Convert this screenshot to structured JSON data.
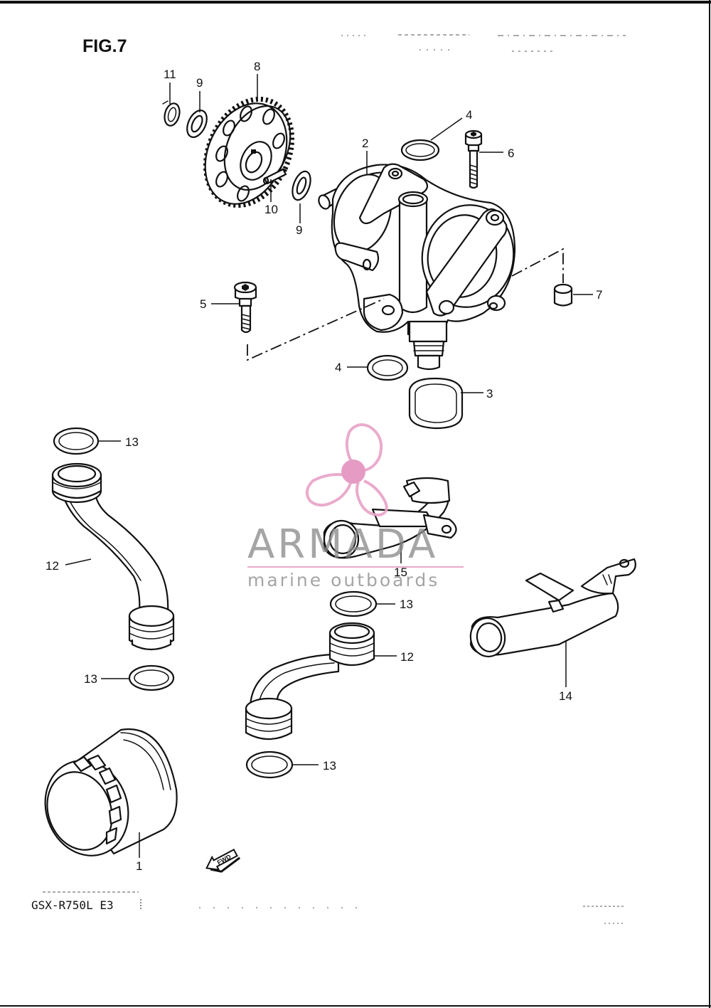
{
  "figure": {
    "title": "FIG.7",
    "model": "GSX-R750L  E3",
    "fwd_label": "FWD"
  },
  "watermark": {
    "brand": "ARMADA",
    "tagline": "marine outboards",
    "colors": {
      "propeller": "#e8a3c7",
      "hub": "#e391bd",
      "text": "#8a8a8a"
    }
  },
  "callouts": [
    {
      "id": "11",
      "label": "11"
    },
    {
      "id": "9a",
      "label": "9"
    },
    {
      "id": "8",
      "label": "8"
    },
    {
      "id": "4a",
      "label": "4"
    },
    {
      "id": "2",
      "label": "2"
    },
    {
      "id": "6",
      "label": "6"
    },
    {
      "id": "10",
      "label": "10"
    },
    {
      "id": "9b",
      "label": "9"
    },
    {
      "id": "5",
      "label": "5"
    },
    {
      "id": "7",
      "label": "7"
    },
    {
      "id": "4b",
      "label": "4"
    },
    {
      "id": "3",
      "label": "3"
    },
    {
      "id": "13a",
      "label": "13"
    },
    {
      "id": "12a",
      "label": "12"
    },
    {
      "id": "15",
      "label": "15"
    },
    {
      "id": "13b",
      "label": "13"
    },
    {
      "id": "12b",
      "label": "12"
    },
    {
      "id": "14",
      "label": "14"
    },
    {
      "id": "13c",
      "label": "13"
    },
    {
      "id": "13d",
      "label": "13"
    },
    {
      "id": "1",
      "label": "1"
    }
  ]
}
